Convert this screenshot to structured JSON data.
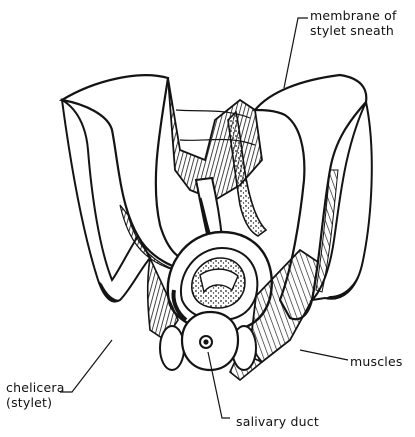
{
  "labels": {
    "membrane_line1": "membrane of",
    "membrane_line2": "stylet sneath",
    "muscles": "muscles",
    "chelicera_line1": "chelicera",
    "chelicera_line2": "(stylet)",
    "salivary_duct": "salivary duct"
  },
  "colors": {
    "ink": "#141414",
    "paper": "#ffffff"
  }
}
